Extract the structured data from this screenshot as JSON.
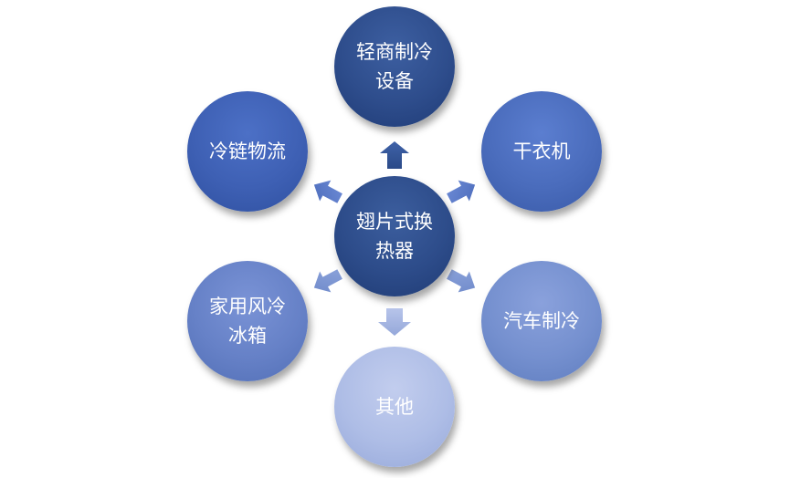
{
  "diagram": {
    "center": {
      "line1": "翅片式换",
      "line2": "热器"
    },
    "top": {
      "line1": "轻商制冷",
      "line2": "设备"
    },
    "upper_right": {
      "label": "干衣机"
    },
    "upper_left": {
      "label": "冷链物流"
    },
    "lower_right": {
      "label": "汽车制冷"
    },
    "lower_left": {
      "line1": "家用风冷",
      "line2": "冰箱"
    },
    "bottom": {
      "label": "其他"
    }
  },
  "colors": {
    "center": "#2d4c8a",
    "top": "#2e4d8c",
    "upper_right": "#4a6cbc",
    "upper_left": "#3e60b4",
    "lower_right": "#7590cf",
    "lower_left": "#6681c7",
    "bottom": "#aebde6"
  }
}
